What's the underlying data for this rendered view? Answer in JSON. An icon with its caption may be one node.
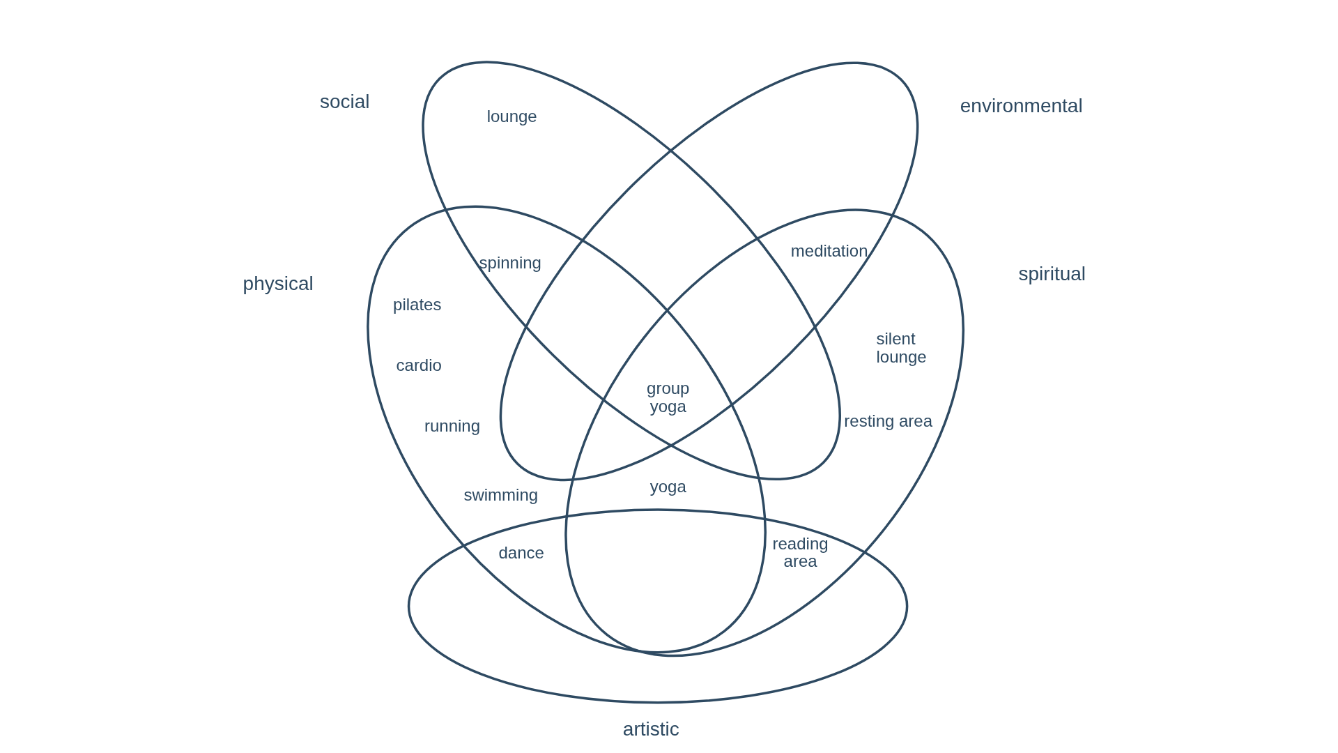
{
  "diagram": {
    "nodes": [
      {
        "text": [
          "social"
        ]
      },
      {
        "text": [
          "environmental"
        ]
      },
      {
        "text": [
          "physical"
        ]
      },
      {
        "text": [
          "spiritual"
        ]
      },
      {
        "text": [
          "artistic"
        ]
      }
    ],
    "labels": [
      "lounge",
      "spinning",
      "meditation",
      "pilates",
      "cardio",
      "silent lounge",
      "group yoga",
      "running",
      "resting area",
      "yoga",
      "swimming",
      "dance",
      "reading area"
    ]
  }
}
